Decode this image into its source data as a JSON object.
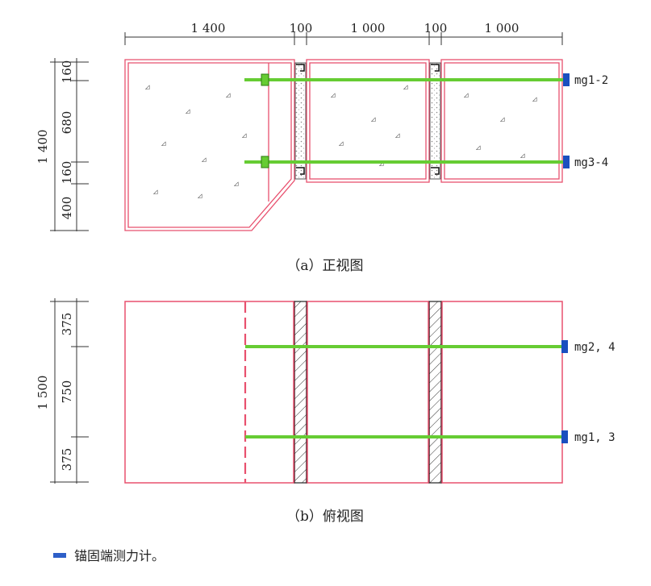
{
  "front_view": {
    "caption": "（a）正视图",
    "top_dims": [
      "1 400",
      "100",
      "1 000",
      "100",
      "1 000"
    ],
    "left_total": "1 400",
    "left_segments": [
      "160",
      "680",
      "160",
      "400"
    ],
    "gauge_labels": [
      "mg1-2",
      "mg3-4"
    ]
  },
  "top_view": {
    "caption": "（b）俯视图",
    "left_total": "1 500",
    "left_segments": [
      "375",
      "750",
      "375"
    ],
    "gauge_labels": [
      "mg2, 4",
      "mg1, 3"
    ]
  },
  "legend": {
    "text": "锚固端测力计。",
    "color": "#2e5fc8"
  },
  "colors": {
    "block_outline": "#e8506e",
    "bar": "#66cc33",
    "gauge": "#1a4fbf"
  }
}
